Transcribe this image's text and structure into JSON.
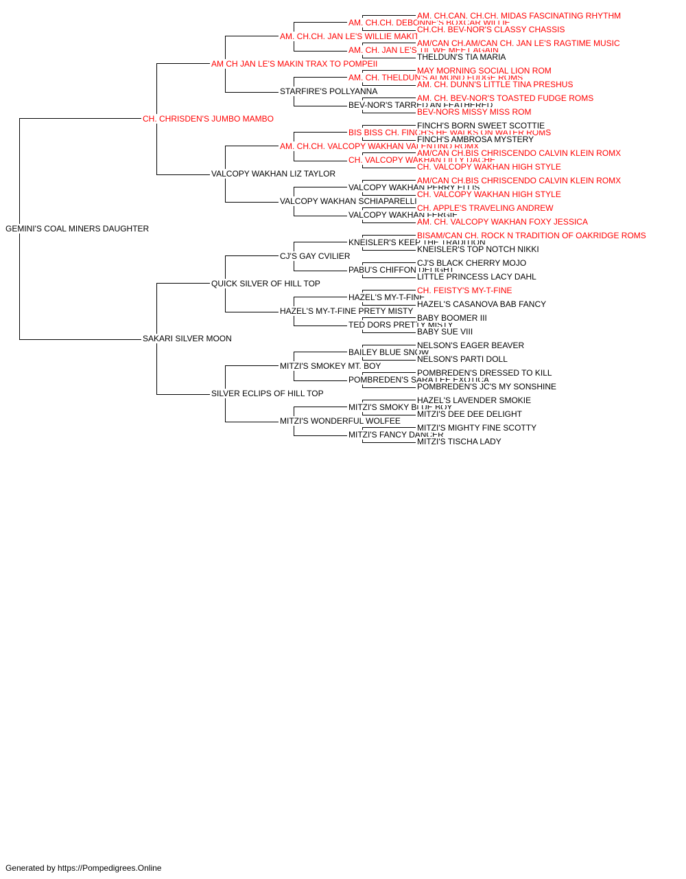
{
  "pedigree": {
    "subject": {
      "name": "GEMINI'S COAL MINERS DAUGHTER",
      "champion": false
    },
    "gen1": [
      {
        "name": "CH. CHRISDEN'S JUMBO MAMBO",
        "champion": true
      },
      {
        "name": "SAKARI SILVER MOON",
        "champion": false
      }
    ],
    "gen2": [
      {
        "name": "AM CH JAN LE'S MAKIN TRAX TO POMPEII",
        "champion": true
      },
      {
        "name": "VALCOPY WAKHAN LIZ TAYLOR",
        "champion": false
      },
      {
        "name": "QUICK SILVER OF HILL TOP",
        "champion": false
      },
      {
        "name": "SILVER ECLIPS OF HILL TOP",
        "champion": false
      }
    ],
    "gen3": [
      {
        "name": "AM. CH.CH. JAN LE'S WILLIE MAKIT",
        "champion": true
      },
      {
        "name": "STARFIRE'S POLLYANNA",
        "champion": false
      },
      {
        "name": "AM. CH.CH. VALCOPY WAKHAN VALENTINO ROMX",
        "champion": true
      },
      {
        "name": "VALCOPY WAKHAN SCHIAPARELLI",
        "champion": false
      },
      {
        "name": "CJ'S GAY CVILIER",
        "champion": false
      },
      {
        "name": "HAZEL'S MY-T-FINE PRETY MISTY",
        "champion": false
      },
      {
        "name": "MITZI'S SMOKEY MT. BOY",
        "champion": false
      },
      {
        "name": "MITZI'S WONDERFUL WOLFEE",
        "champion": false
      }
    ],
    "gen4": [
      {
        "name": "AM. CH.CH. DEBONNE'S BOXCAR WILLIE",
        "champion": true
      },
      {
        "name": "AM. CH. JAN LE'S TIL WE MEET AGAIN",
        "champion": true
      },
      {
        "name": "AM. CH. THELDUN'S ALMOND FUDGE ROMS",
        "champion": true
      },
      {
        "name": "BEV-NOR'S TARRED AN FEATHERED",
        "champion": false
      },
      {
        "name": "BIS BISS CH. FINCH'S HE WALKS ON WATER ROMS",
        "champion": true
      },
      {
        "name": "CH. VALCOPY WAKHAN LILLY DACHE",
        "champion": true
      },
      {
        "name": "VALCOPY WAKHAN PERRY ELLIS",
        "champion": false
      },
      {
        "name": "VALCOPY WAKHAN FERGIE",
        "champion": false
      },
      {
        "name": "KNEISLER'S KEEP THE TRADITION",
        "champion": false
      },
      {
        "name": "PABU'S CHIFFON DELIGHT",
        "champion": false
      },
      {
        "name": "HAZEL'S MY-T-FINE",
        "champion": false
      },
      {
        "name": "TED DORS PRETTY MISTY",
        "champion": false
      },
      {
        "name": "BAILEY BLUE SNOW",
        "champion": false
      },
      {
        "name": "POMBREDEN'S SARA LEE EXOTICA",
        "champion": false
      },
      {
        "name": "MITZI'S SMOKY BLUE BOY",
        "champion": false
      },
      {
        "name": "MITZI'S FANCY DANCER",
        "champion": false
      }
    ],
    "gen5": [
      {
        "name": "AM. CH.CAN. CH.CH. MIDAS FASCINATING RHYTHM",
        "champion": true
      },
      {
        "name": "CH.CH. BEV-NOR'S CLASSY CHASSIS",
        "champion": true
      },
      {
        "name": "AM/CAN CH.AM/CAN CH. JAN LE'S RAGTIME MUSIC",
        "champion": true
      },
      {
        "name": "THELDUN'S TIA MARIA",
        "champion": false
      },
      {
        "name": "MAY MORNING SOCIAL LION ROM",
        "champion": true
      },
      {
        "name": "AM. CH. DUNN'S LITTLE TINA PRESHUS",
        "champion": true
      },
      {
        "name": "AM. CH. BEV-NOR'S TOASTED FUDGE ROMS",
        "champion": true
      },
      {
        "name": "BEV-NORS MISSY MISS ROM",
        "champion": true
      },
      {
        "name": "FINCH'S BORN SWEET SCOTTIE",
        "champion": false
      },
      {
        "name": "FINCH'S AMBROSA MYSTERY",
        "champion": false
      },
      {
        "name": "AM/CAN CH.BIS CHRISCENDO CALVIN KLEIN ROMX",
        "champion": true
      },
      {
        "name": "CH. VALCOPY WAKHAN HIGH STYLE",
        "champion": true
      },
      {
        "name": "AM/CAN CH.BIS CHRISCENDO CALVIN KLEIN ROMX",
        "champion": true
      },
      {
        "name": "CH. VALCOPY WAKHAN HIGH STYLE",
        "champion": true
      },
      {
        "name": "CH. APPLE'S TRAVELING ANDREW",
        "champion": true
      },
      {
        "name": "AM. CH. VALCOPY WAKHAN FOXY JESSICA",
        "champion": true
      },
      {
        "name": "BISAM/CAN CH. ROCK N TRADITION OF OAKRIDGE ROMS",
        "champion": true
      },
      {
        "name": "KNEISLER'S TOP NOTCH NIKKI",
        "champion": false
      },
      {
        "name": "CJ'S BLACK CHERRY MOJO",
        "champion": false
      },
      {
        "name": "LITTLE PRINCESS LACY DAHL",
        "champion": false
      },
      {
        "name": "CH. FEISTY'S MY-T-FINE",
        "champion": true
      },
      {
        "name": "HAZEL'S CASANOVA BAB FANCY",
        "champion": false
      },
      {
        "name": "BABY BOOMER III",
        "champion": false
      },
      {
        "name": "BABY SUE VIII",
        "champion": false
      },
      {
        "name": "NELSON'S EAGER BEAVER",
        "champion": false
      },
      {
        "name": "NELSON'S PARTI DOLL",
        "champion": false
      },
      {
        "name": "POMBREDEN'S DRESSED TO KILL",
        "champion": false
      },
      {
        "name": "POMBREDEN'S JC'S MY SONSHINE",
        "champion": false
      },
      {
        "name": "HAZEL'S LAVENDER SMOKIE",
        "champion": false
      },
      {
        "name": "MITZI'S DEE DEE DELIGHT",
        "champion": false
      },
      {
        "name": "MITZI'S MIGHTY FINE SCOTTY",
        "champion": false
      },
      {
        "name": "MITZI'S TISCHA LADY",
        "champion": false
      }
    ]
  },
  "colors": {
    "champion": "#ff0000",
    "normal": "#000000",
    "lines": "#000000"
  },
  "footer": "Generated by https://Pompedigrees.Online"
}
